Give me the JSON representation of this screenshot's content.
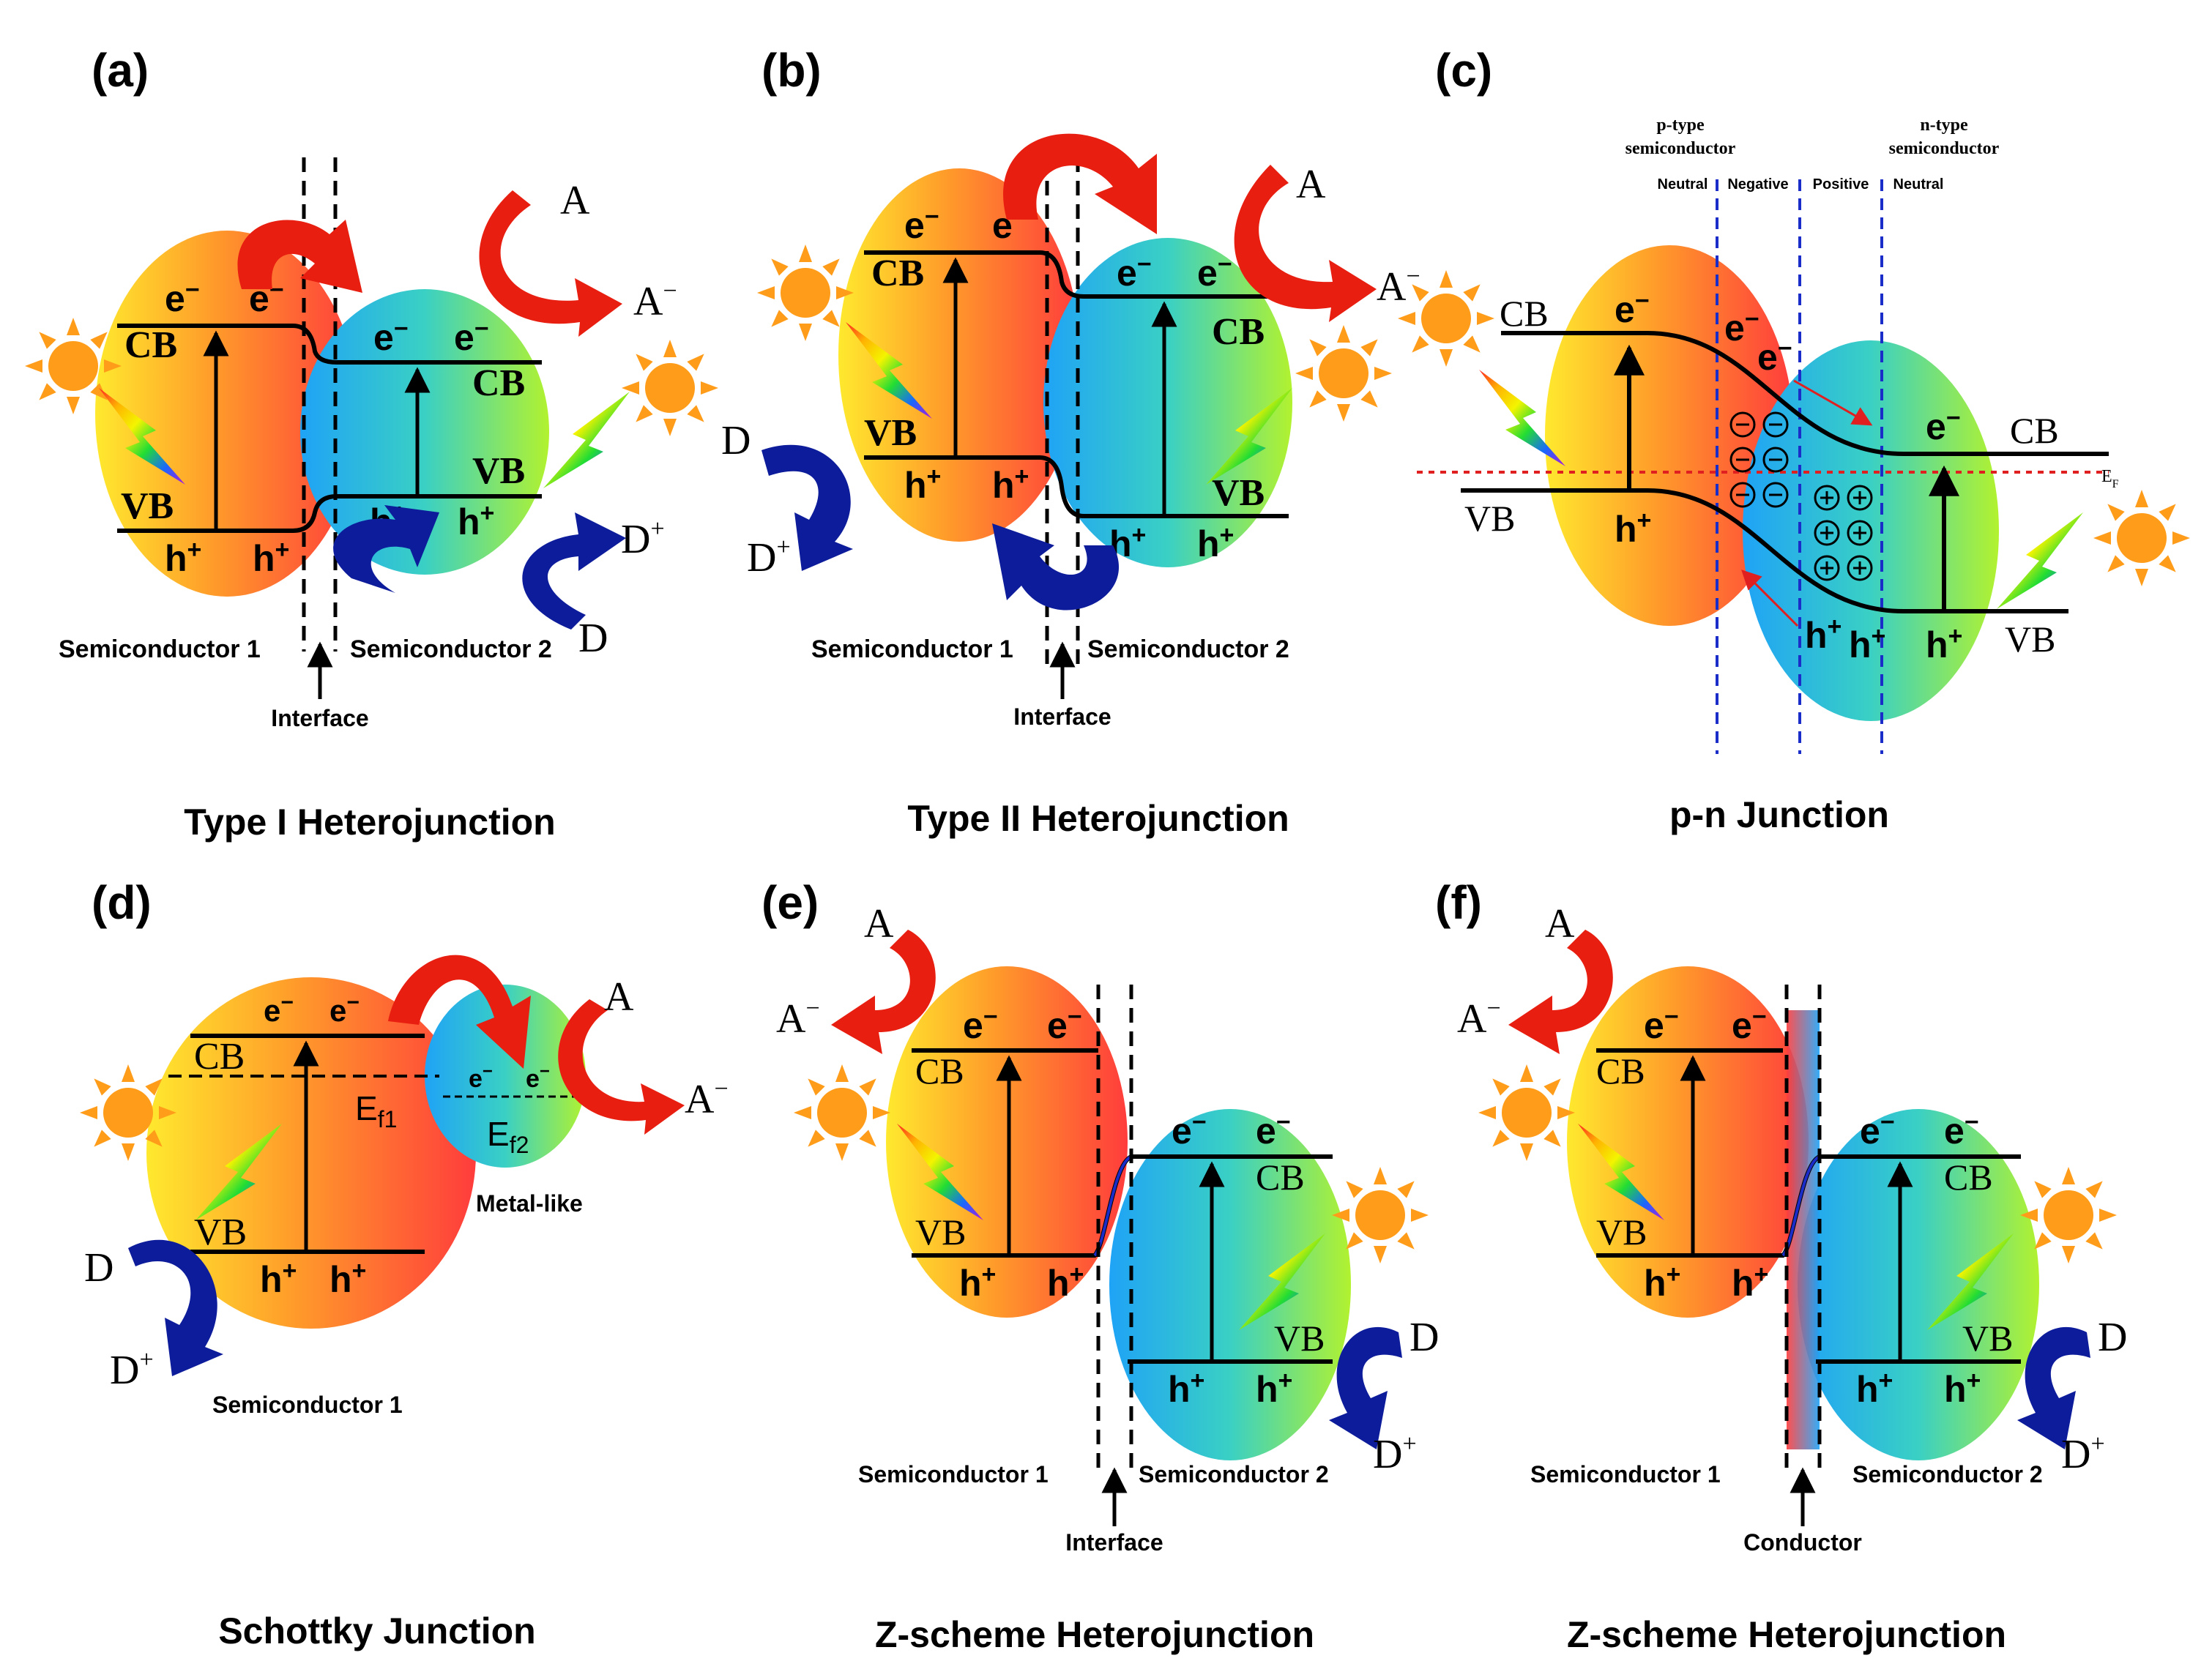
{
  "colors": {
    "hot_1": "#ffe330",
    "hot_2": "#ff3d3d",
    "cool_1": "#22a5f5",
    "cool_2": "#aef231",
    "arrow_red": "#e81e10",
    "arrow_blue": "#0d1c9a",
    "sun": "#ff9c1a",
    "depletion_line": "#1b2dc8",
    "fermi_line": "#e02020"
  },
  "panels": {
    "a": {
      "label": "(a)",
      "title": "Type I Heterojunction",
      "cb": "CB",
      "vb": "VB",
      "e": "e",
      "h": "h",
      "sc1": "Semiconductor 1",
      "sc2": "Semiconductor 2",
      "interface": "Interface",
      "acceptor": "A",
      "donor": "D"
    },
    "b": {
      "label": "(b)",
      "title": "Type II Heterojunction",
      "cb": "CB",
      "vb": "VB",
      "e": "e",
      "h": "h",
      "sc1": "Semiconductor 1",
      "sc2": "Semiconductor 2",
      "interface": "Interface",
      "acceptor": "A",
      "donor": "D"
    },
    "c": {
      "label": "(c)",
      "title": "p-n Junction",
      "cb": "CB",
      "vb": "VB",
      "e": "e",
      "h": "h",
      "ptype_1": "p-type",
      "ptype_2": "semiconductor",
      "ntype_1": "n-type",
      "ntype_2": "semiconductor",
      "neutral": "Neutral",
      "negative": "Negative",
      "positive": "Positive",
      "fermi": "E",
      "fermi_sub": "F"
    },
    "d": {
      "label": "(d)",
      "title": "Schottky Junction",
      "cb": "CB",
      "vb": "VB",
      "e": "e",
      "h": "h",
      "ef1": "E",
      "ef1_sub": "f1",
      "ef2": "E",
      "ef2_sub": "f2",
      "metal": "Metal-like",
      "sc1": "Semiconductor 1",
      "acceptor": "A",
      "donor": "D"
    },
    "e": {
      "label": "(e)",
      "title": "Z-scheme Heterojunction",
      "cb": "CB",
      "vb": "VB",
      "e": "e",
      "h": "h",
      "sc1": "Semiconductor 1",
      "sc2": "Semiconductor 2",
      "interface": "Interface",
      "acceptor": "A",
      "donor": "D"
    },
    "f": {
      "label": "(f)",
      "title": "Z-scheme Heterojunction",
      "cb": "CB",
      "vb": "VB",
      "e": "e",
      "h": "h",
      "sc1": "Semiconductor 1",
      "sc2": "Semiconductor 2",
      "conductor": "Conductor",
      "acceptor": "A",
      "donor": "D"
    }
  }
}
